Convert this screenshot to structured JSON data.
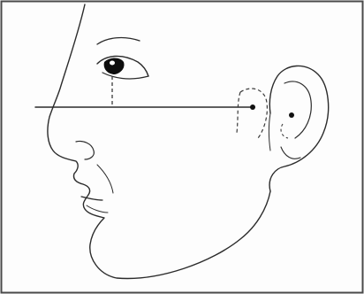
{
  "figure": {
    "kind": "line-drawing",
    "subject": "face-profile",
    "colors": {
      "background": "#fdfdfd",
      "border": "#4a4a4a",
      "line": "#2b2b2b",
      "dashed": "#3a3a3a",
      "marker": "#111111",
      "pupil": "#0d0d0d"
    },
    "annotations": {
      "horizontal_reference_line": true,
      "vertical_dashed_line_below_eye": true,
      "dashed_outline_in_front_of_ear": true,
      "markers": [
        "point-in-front-of-ear",
        "point-at-ear-canal"
      ]
    }
  }
}
